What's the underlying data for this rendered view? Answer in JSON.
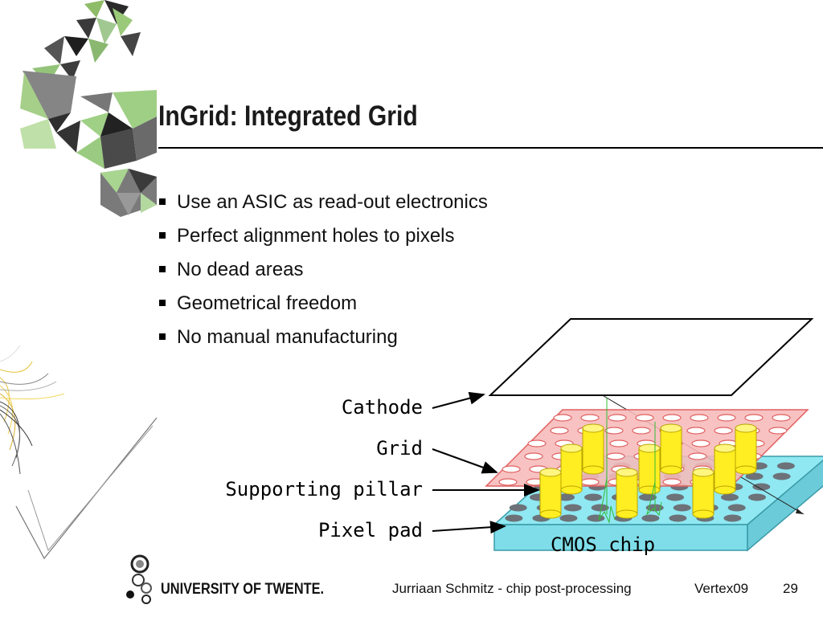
{
  "slide": {
    "title": "InGrid: Integrated Grid",
    "bullets": [
      "Use an ASIC as read-out electronics",
      "Perfect alignment holes to pixels",
      "No dead areas",
      "Geometrical freedom",
      "No manual manufacturing"
    ]
  },
  "diagram": {
    "labels": {
      "cathode": "Cathode",
      "grid": "Grid",
      "pillar": "Supporting pillar",
      "pixel_pad": "Pixel pad",
      "chip": "CMOS chip"
    },
    "colors": {
      "grid_fill": "#f7b9b9",
      "grid_stroke": "#e06060",
      "chip_fill": "#8fe8f2",
      "pillar_fill": "#ffee22",
      "pad_fill": "#6c7278",
      "track": "#33bb33"
    }
  },
  "footer": {
    "university": "UNIVERSITY OF TWENTE.",
    "text": "Jurriaan Schmitz - chip post-processing",
    "conference": "Vertex09",
    "page": "29"
  }
}
